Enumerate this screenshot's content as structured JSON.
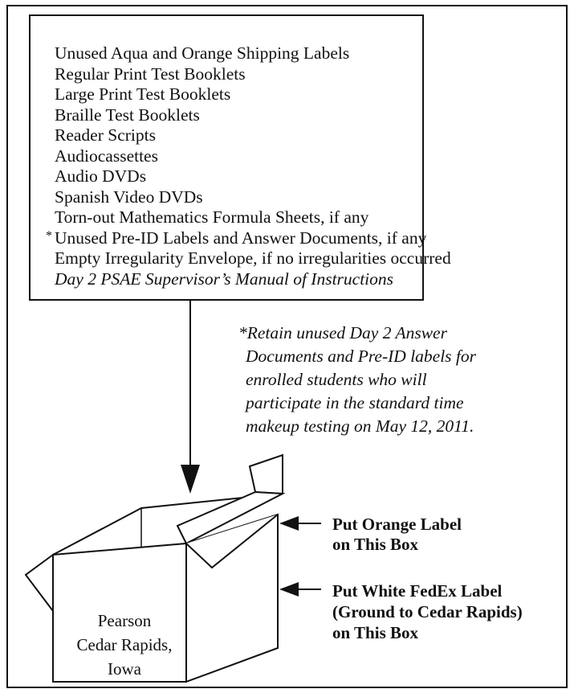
{
  "contents_list": [
    "Unused Aqua and Orange Shipping Labels",
    "Regular Print Test Booklets",
    "Large Print Test Booklets",
    "Braille Test Booklets",
    "Reader Scripts",
    "Audiocassettes",
    "Audio DVDs",
    "Spanish Video DVDs",
    "Torn-out Mathematics Formula Sheets, if any",
    "Unused Pre-ID Labels and Answer Documents, if any",
    "Empty Irregularity Envelope, if no irregularities occurred",
    "Day 2 PSAE Supervisor’s Manual of Instructions"
  ],
  "asterisk": "*",
  "note": {
    "line1": "*Retain unused Day 2 Answer",
    "line2": "Documents and Pre-ID labels for",
    "line3": "enrolled students who will",
    "line4": "participate in the standard time",
    "line5": "makeup testing on May 12, 2011."
  },
  "box_label": {
    "line1": "Pearson",
    "line2": "Cedar Rapids,",
    "line3": "Iowa"
  },
  "orange_label": {
    "line1": "Put Orange Label",
    "line2": "on This Box"
  },
  "fedex_label": {
    "line1": "Put White FedEx Label",
    "line2": "(Ground to Cedar Rapids)",
    "line3": "on This Box"
  }
}
